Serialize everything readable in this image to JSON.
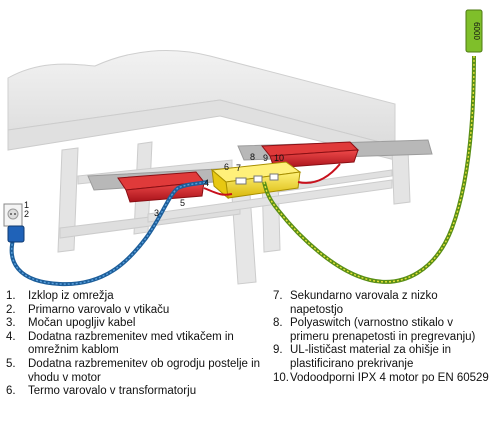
{
  "callouts": {
    "c1": "1",
    "c2": "2",
    "c3": "3",
    "c4": "4",
    "c5": "5",
    "c6": "6",
    "c7": "7",
    "c8": "8",
    "c9": "9",
    "c10": "10"
  },
  "plug_label": "6000",
  "legend_left": [
    {
      "num": "1.",
      "text": "Izklop iz omrežja"
    },
    {
      "num": "2.",
      "text": "Primarno varovalo v vtikaču"
    },
    {
      "num": "3.",
      "text": "Močan upogljiv kabel"
    },
    {
      "num": "4.",
      "text": "Dodatna razbremenitev med vtikačem in omrežnim kablom"
    },
    {
      "num": "5.",
      "text": "Dodatna razbremenitev ob ogrodju postelje in vhodu v motor"
    },
    {
      "num": "6.",
      "text": "Termo varovalo v transformatorju"
    }
  ],
  "legend_right": [
    {
      "num": "7.",
      "text": "Sekundarno varovala z nizko napetostjo"
    },
    {
      "num": "8.",
      "text": "Polyaswitch (varnostno stikalo v primeru prenapetosti in pregrevanju)"
    },
    {
      "num": "9.",
      "text": "UL-lističast material za ohišje in plastificirano prekrivanje"
    },
    {
      "num": "10.",
      "text": "Vodoodporni IPX 4 motor po EN 60529"
    }
  ],
  "colors": {
    "bed_frame": "#e8e8e8",
    "bed_outline": "#c8c8c8",
    "motor_red": "#d0202a",
    "motor_yellow": "#f2dc1a",
    "mains_cable": "#2a6fb0",
    "hand_cable": "#8bb82a",
    "socket_blue": "#1f62b8",
    "remote_green": "#7fbf2a"
  }
}
